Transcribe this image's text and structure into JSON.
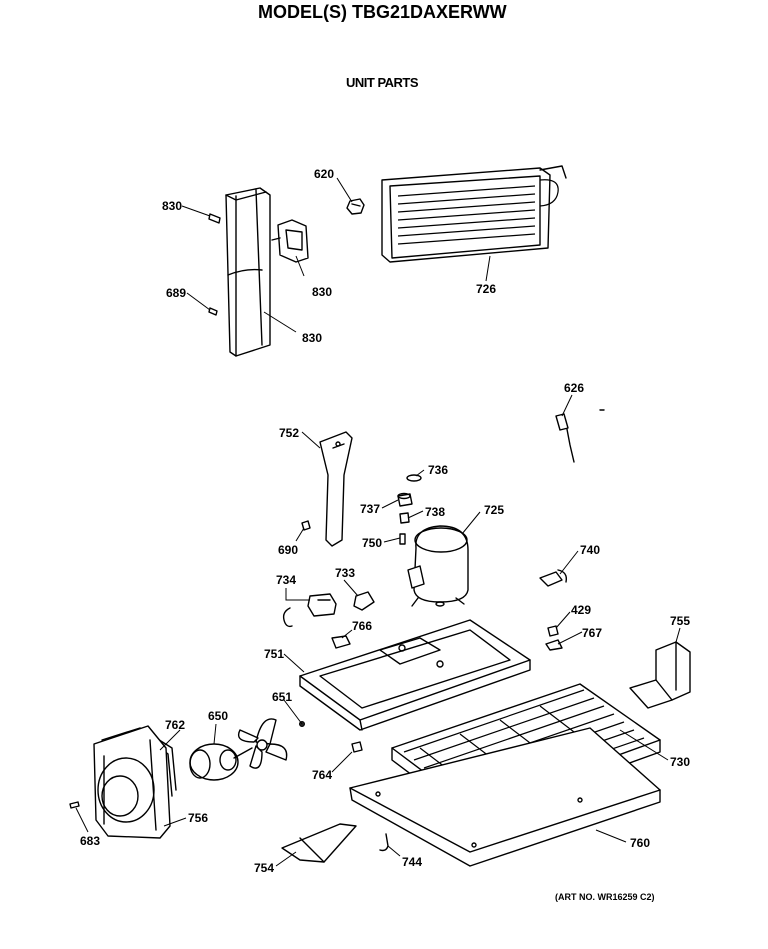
{
  "header": {
    "title": "MODEL(S) TBG21DAXERWW",
    "subtitle": "UNIT PARTS"
  },
  "callouts": {
    "c620": "620",
    "c830a": "830",
    "c830b": "830",
    "c830c": "830",
    "c689": "689",
    "c726": "726",
    "c626": "626",
    "c752": "752",
    "c736": "736",
    "c737": "737",
    "c738": "738",
    "c725": "725",
    "c690": "690",
    "c750": "750",
    "c740": "740",
    "c734": "734",
    "c733": "733",
    "c429": "429",
    "c766": "766",
    "c767": "767",
    "c755": "755",
    "c751": "751",
    "c651": "651",
    "c650": "650",
    "c762": "762",
    "c730": "730",
    "c764": "764",
    "c756": "756",
    "c683": "683",
    "c760": "760",
    "c754": "754",
    "c744": "744"
  },
  "footer": {
    "art_no": "(ART NO. WR16259 C2)"
  }
}
